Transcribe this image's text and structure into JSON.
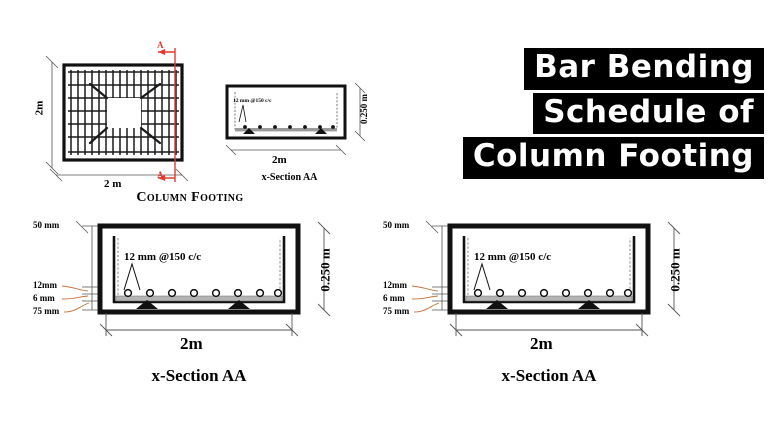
{
  "title": {
    "lines": [
      "Bar Bending",
      "Schedule of",
      "Column Footing"
    ],
    "text_color": "#ffffff",
    "background_color": "#000000"
  },
  "plan_view": {
    "caption": "Column Footing",
    "width_dimension": "2 m",
    "height_dimension": "2m",
    "section_mark_top": "A",
    "section_mark_bottom": "A",
    "section_line_color": "#e23b2e",
    "vertical_bar_count": 16,
    "horizontal_bar_count": 7,
    "diagonal_bar_count": 4
  },
  "mini_section": {
    "caption": "x-Section AA",
    "rebar_note": "12 mm @150 c/c",
    "width_dimension": "2m",
    "depth_dimension": "0.250 m",
    "bar_count": 8
  },
  "section_left": {
    "caption": "x-Section AA",
    "rebar_note": "12 mm @150 c/c",
    "width_dimension": "2m",
    "depth_dimension": "0.250 m",
    "cover_top": "50 mm",
    "bar_diameter": "12mm",
    "binder_diameter": "6 mm",
    "cover_bottom": "75 mm",
    "bar_count": 8,
    "leader_color": "#c8743c"
  },
  "section_right": {
    "caption": "x-Section AA",
    "rebar_note": "12 mm @150 c/c",
    "width_dimension": "2m",
    "depth_dimension": "0.250 m",
    "cover_top": "50 mm",
    "bar_diameter": "12mm",
    "binder_diameter": "6 mm",
    "cover_bottom": "75 mm",
    "bar_count": 8,
    "leader_color": "#c8743c"
  }
}
